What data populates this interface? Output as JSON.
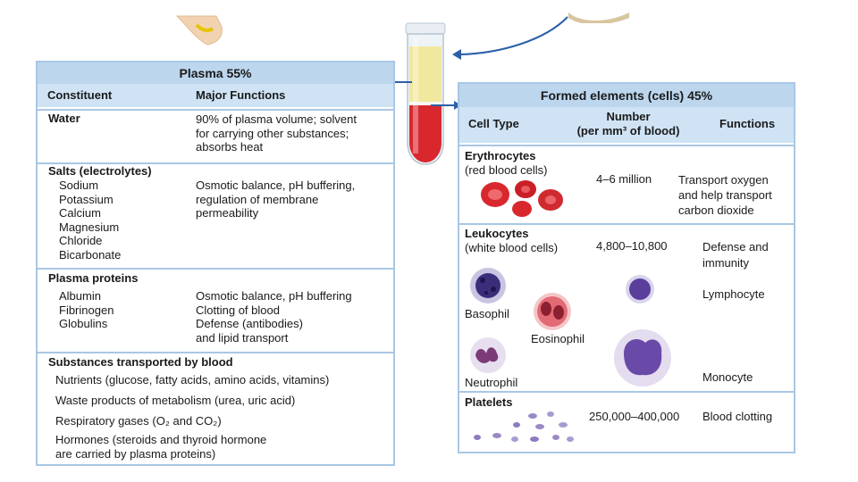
{
  "plasma": {
    "title": "Plasma 55%",
    "col_constituent": "Constituent",
    "col_functions": "Major Functions",
    "water": {
      "name": "Water",
      "functions": "90% of plasma volume; solvent\nfor carrying other substances;\nabsorbs heat"
    },
    "salts": {
      "name": "Salts (electrolytes)",
      "items": "Sodium\nPotassium\nCalcium\nMagnesium\nChloride\nBicarbonate",
      "functions": "Osmotic balance, pH buffering,\nregulation of membrane\npermeability"
    },
    "proteins": {
      "name": "Plasma proteins",
      "items": "Albumin\nFibrinogen\nGlobulins",
      "functions": "Osmotic balance, pH buffering\nClotting of blood\nDefense (antibodies)\nand lipid transport"
    },
    "substances": {
      "name": "Substances transported by blood",
      "line1": "Nutrients (glucose, fatty acids, amino acids, vitamins)",
      "line2": "Waste products of metabolism (urea, uric acid)",
      "line3": "Respiratory gases (O₂ and CO₂)",
      "line4": "Hormones (steroids and thyroid hormone\nare carried by plasma proteins)"
    }
  },
  "formed": {
    "title": "Formed elements (cells) 45%",
    "col_cell_type": "Cell Type",
    "col_number": "Number\n(per mm³ of blood)",
    "col_functions": "Functions",
    "erythrocytes": {
      "name": "Erythrocytes",
      "sub": "(red blood cells)",
      "number": "4–6 million",
      "functions": "Transport oxygen\nand help transport\ncarbon dioxide"
    },
    "leukocytes": {
      "name": "Leukocytes",
      "sub": "(white blood cells)",
      "number": "4,800–10,800",
      "functions": "Defense and\nimmunity",
      "basophil": "Basophil",
      "eosinophil": "Eosinophil",
      "neutrophil": "Neutrophil",
      "lymphocyte": "Lymphocyte",
      "monocyte": "Monocyte"
    },
    "platelets": {
      "name": "Platelets",
      "number": "250,000–400,000",
      "functions": "Blood clotting"
    }
  },
  "colors": {
    "panel_border": "#a9c7e4",
    "title_band": "#bcd6ee",
    "header_band": "#cfe3f5",
    "arrow": "#2b5fa8",
    "red_cell": "#d8282e",
    "plasma_yellow": "#f1e8a0"
  }
}
